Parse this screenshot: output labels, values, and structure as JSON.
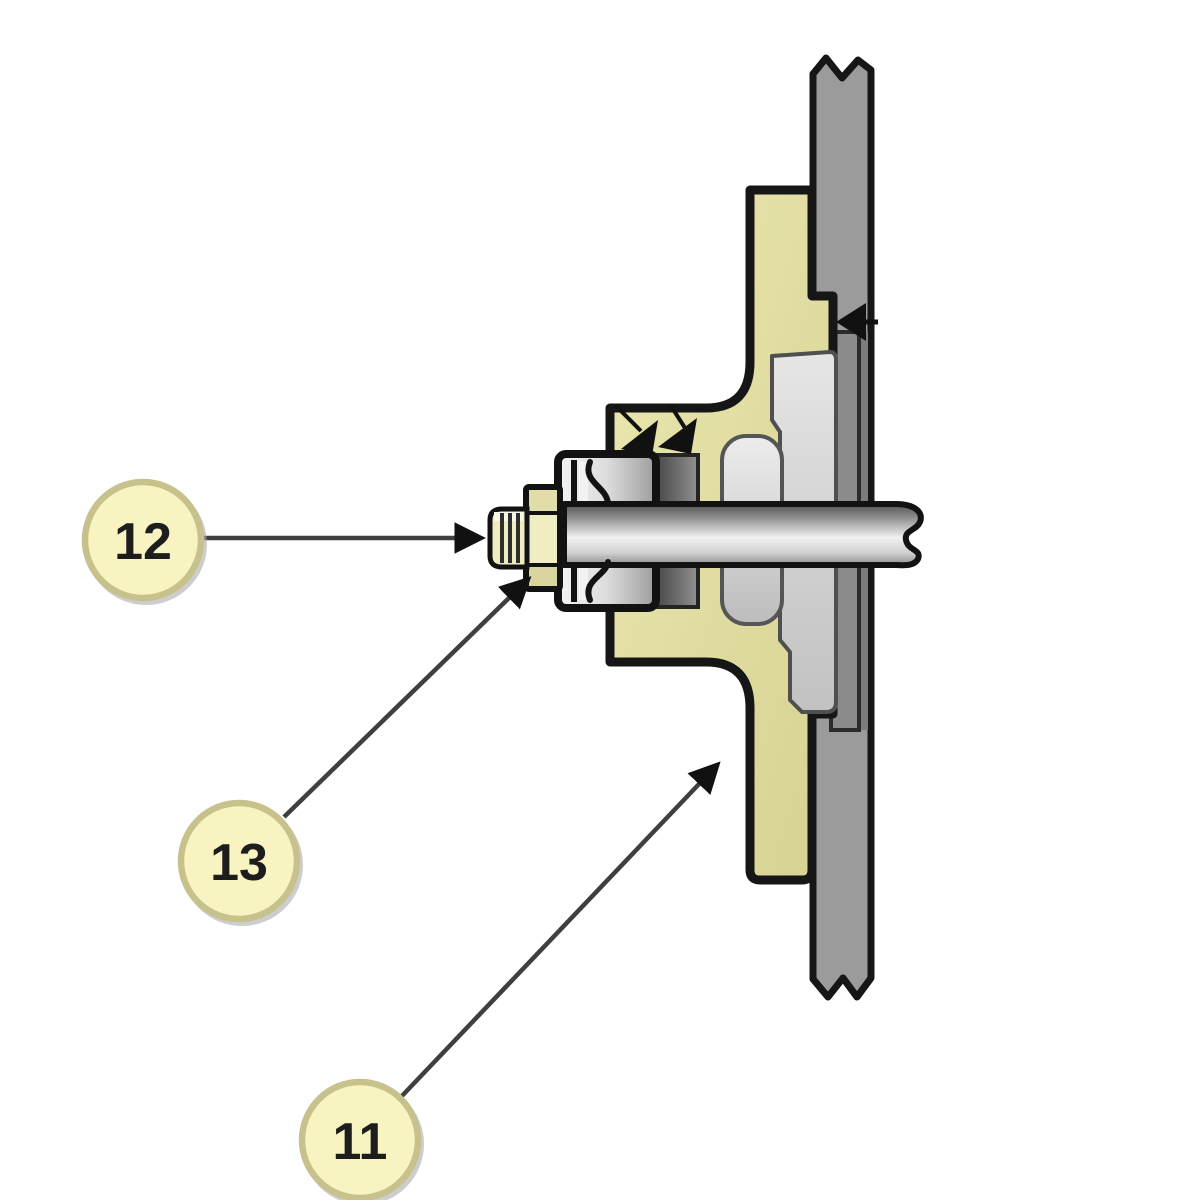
{
  "figure": {
    "kind": "technical-cross-section-diagram",
    "callouts": [
      {
        "id": "12",
        "label": "12",
        "target": "threaded-shaft-end-and-nut"
      },
      {
        "id": "13",
        "label": "13",
        "target": "cone-friction-washer"
      },
      {
        "id": "11",
        "label": "11",
        "target": "mounting-flange-body"
      }
    ],
    "colors": {
      "background": "#ffffff",
      "outline": "#161616",
      "body_yellow": "#e0dc9e",
      "nut_cream": "#ece8bc",
      "metal_light": "#d9d9d9",
      "panel_gray": "#9b9b9b",
      "gasket_gray": "#8b8b8b",
      "seal_gray": "#6f6f6f",
      "callout_fill": "#f8f4c2",
      "callout_border": "#c7c18b",
      "leader_line": "#3f3f3f"
    }
  }
}
